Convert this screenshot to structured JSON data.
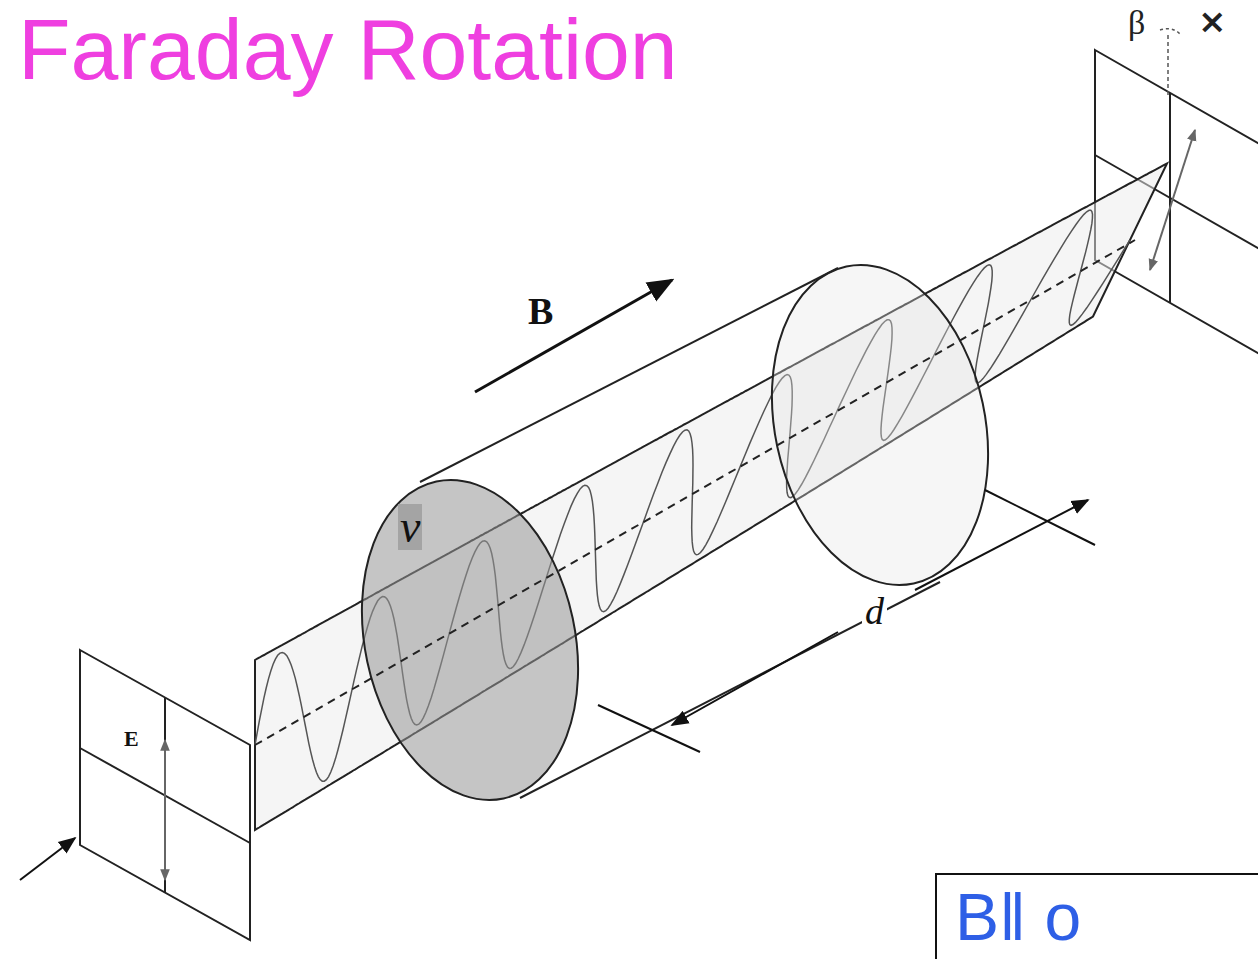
{
  "diagram": {
    "title": "Faraday Rotation",
    "nodes": [
      {
        "text": [
          "B‖ o"
        ]
      }
    ],
    "labels": [
      "β",
      "×",
      "B",
      "ν",
      "d",
      "E"
    ]
  }
}
